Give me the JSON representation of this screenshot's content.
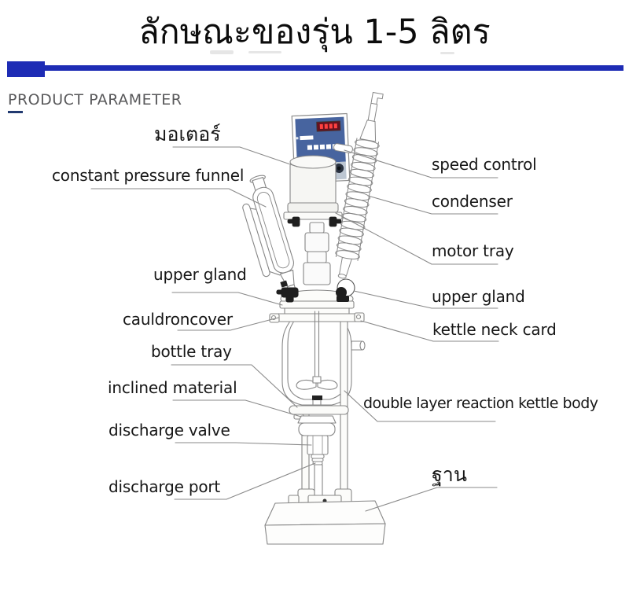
{
  "title": "ลักษณะของรุ่น 1-5 ลิตร",
  "section": {
    "heading": "PRODUCT PARAMETER"
  },
  "colors": {
    "accent_blue": "#1e2cb5",
    "heading_gray": "#58585a",
    "heading_underline_navy": "#223a70",
    "controller_panel_blue": "#47649f",
    "display_maroon": "#64121f",
    "display_digits_red": "#ff4040",
    "drawing_line_gray": "#878787",
    "label_text": "#171717"
  },
  "diagram": {
    "labels": [
      {
        "id": "motor",
        "text": "มอเตอร์"
      },
      {
        "id": "constant-pressure-funnel",
        "text": "constant pressure funnel"
      },
      {
        "id": "speed-control",
        "text": "speed control"
      },
      {
        "id": "condenser",
        "text": "condenser"
      },
      {
        "id": "motor-tray",
        "text": "motor tray"
      },
      {
        "id": "upper-gland-left",
        "text": "upper gland"
      },
      {
        "id": "upper-gland-right",
        "text": "upper gland"
      },
      {
        "id": "cauldron-cover",
        "text": "cauldroncover"
      },
      {
        "id": "kettle-neck-card",
        "text": "kettle neck card"
      },
      {
        "id": "bottle-tray",
        "text": "bottle tray"
      },
      {
        "id": "inclined-material",
        "text": "inclined material"
      },
      {
        "id": "double-layer-kettle-body",
        "text": "double layer reaction kettle body"
      },
      {
        "id": "discharge-valve",
        "text": "discharge valve"
      },
      {
        "id": "discharge-port",
        "text": "discharge port"
      },
      {
        "id": "base",
        "text": "ฐาน"
      }
    ]
  }
}
